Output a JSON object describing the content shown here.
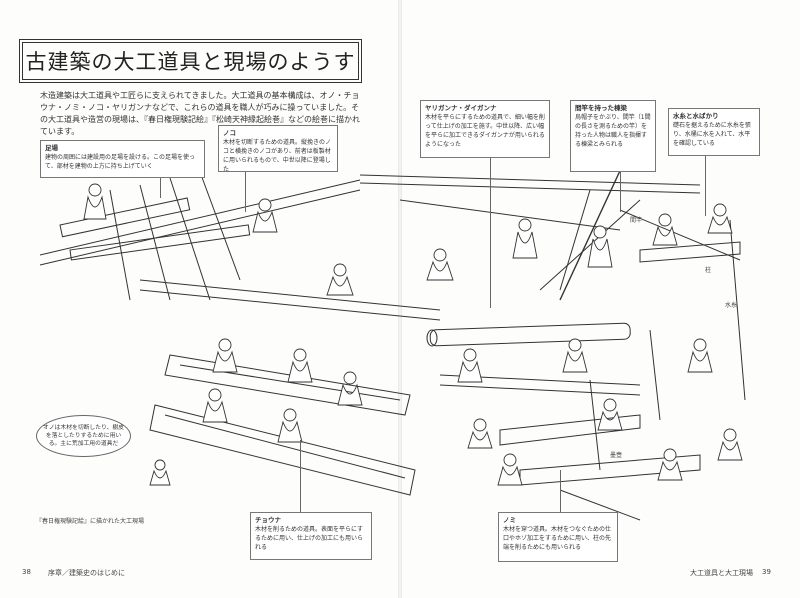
{
  "page": {
    "title": "古建築の大工道具と現場のようす",
    "intro": "木造建築は大工道具や工匠らに支えられてきました。大工道具の基本構成は、オノ・チョウナ・ノミ・ノコ・ヤリガンナなどで、これらの道具を職人が巧みに操っていました。その大工道具や造営の現場は、『春日権現験記絵』『松崎天神縁起絵巻』などの絵巻に描かれています。"
  },
  "callouts": {
    "ashiba": {
      "title": "足場",
      "text": "建物の周囲には建設用の足場を設ける。この足場を使って、部材を建物の上方に持ち上げていく"
    },
    "noko": {
      "title": "ノコ",
      "text": "木材を切断するための道具。縦挽きのノコと横挽きのノコがあり、前者は板製材に用いられるもので、中世以降に登場した"
    },
    "yariganna": {
      "title": "ヤリガンナ・ダイガンナ",
      "text": "木材を平らにするための道具で、細い幅を削って仕上げの加工を施す。中世以降、広い幅を平らに加工できるダイガンナが用いられるようになった"
    },
    "kensao": {
      "title": "間竿を持った棟梁",
      "text": "烏帽子をかぶり、間竿（1間の長さを測るための竿）を持った人物は職人を指揮する棟梁とみられる"
    },
    "mizuito": {
      "title": "水糸と水ばかり",
      "text": "礎石を据えるために水糸を張り、水桶に水を入れて、水平を確認している"
    },
    "chouna": {
      "title": "チョウナ",
      "text": "木材を削るための道具。表面を平らにするために用い、仕上げの加工にも用いられる"
    },
    "nomi": {
      "title": "ノミ",
      "text": "木材を穿つ道具。木材をつなぐための仕口やホゾ加工をするために用い、柱の先端を削るためにも用いられる"
    }
  },
  "bubble": "オノは木材を切断したり、樹皮を落としたりするために用いる。主に荒加工用の道具だ",
  "labels": {
    "kensao": "間竿",
    "hashira": "柱",
    "mizuito": "水糸",
    "sumitsubo": "墨壺"
  },
  "source_caption": "『春日権現験記絵』に描かれた大工現場",
  "footer": {
    "left_page": "38",
    "left_section": "序章／建築史のはじめに",
    "right_section": "大工道具と大工現場",
    "right_page": "39"
  },
  "colors": {
    "ink": "#333333",
    "paper": "#fdfdfb",
    "box_border": "#777777"
  }
}
